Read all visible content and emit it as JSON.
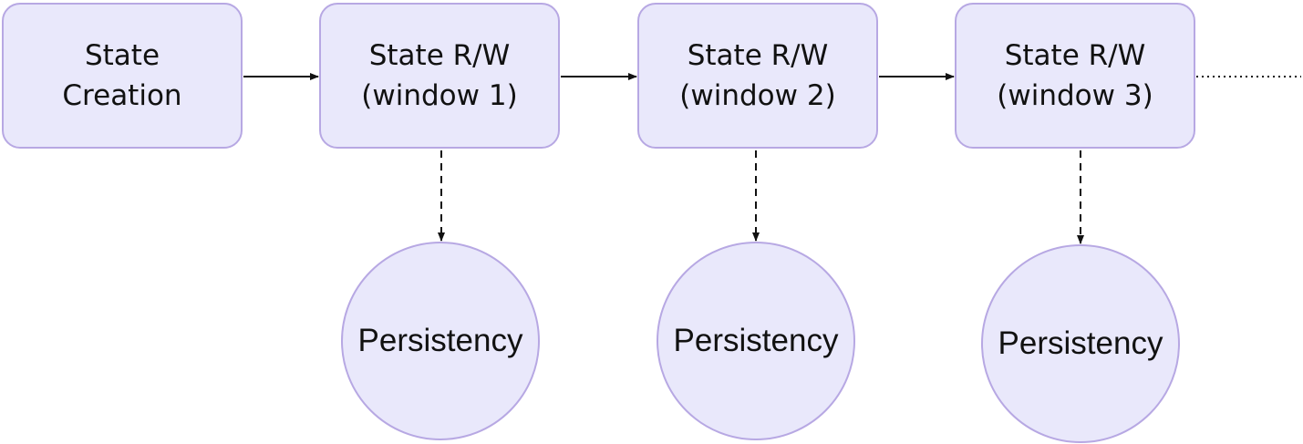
{
  "colors": {
    "node_fill": "#e9e8fb",
    "node_border": "#b7a8e3",
    "edge": "#111111"
  },
  "nodes": [
    {
      "id": "state-creation",
      "lines": [
        "State",
        "Creation"
      ]
    },
    {
      "id": "window-1",
      "lines": [
        "State R/W",
        "(window 1)"
      ]
    },
    {
      "id": "window-2",
      "lines": [
        "State R/W",
        "(window 2)"
      ]
    },
    {
      "id": "window-3",
      "lines": [
        "State R/W",
        "(window 3)"
      ]
    }
  ],
  "persistency_nodes": [
    {
      "id": "persistency-1",
      "label": "Persistency"
    },
    {
      "id": "persistency-2",
      "label": "Persistency"
    },
    {
      "id": "persistency-3",
      "label": "Persistency"
    }
  ],
  "edges": [
    {
      "from": "state-creation",
      "to": "window-1",
      "style": "solid"
    },
    {
      "from": "window-1",
      "to": "window-2",
      "style": "solid"
    },
    {
      "from": "window-2",
      "to": "window-3",
      "style": "solid"
    },
    {
      "from": "window-3",
      "to": "continuation",
      "style": "dotted"
    },
    {
      "from": "window-1",
      "to": "persistency-1",
      "style": "dashed"
    },
    {
      "from": "window-2",
      "to": "persistency-2",
      "style": "dashed"
    },
    {
      "from": "window-3",
      "to": "persistency-3",
      "style": "dashed"
    }
  ]
}
